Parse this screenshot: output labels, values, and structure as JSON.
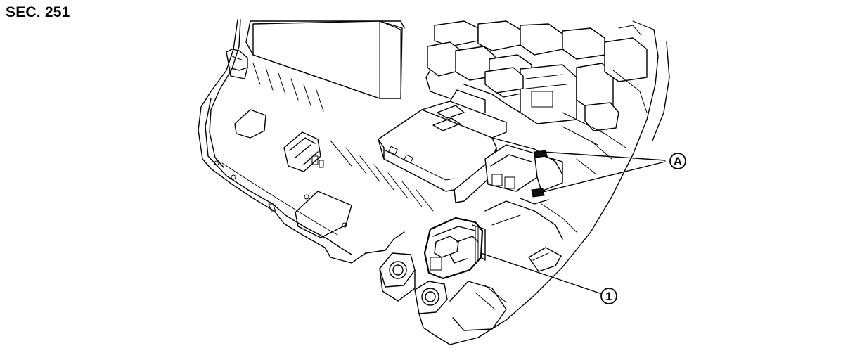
{
  "section": {
    "label": "SEC. 251"
  },
  "callouts": {
    "a": {
      "label": "A"
    },
    "one": {
      "label": "1"
    }
  }
}
